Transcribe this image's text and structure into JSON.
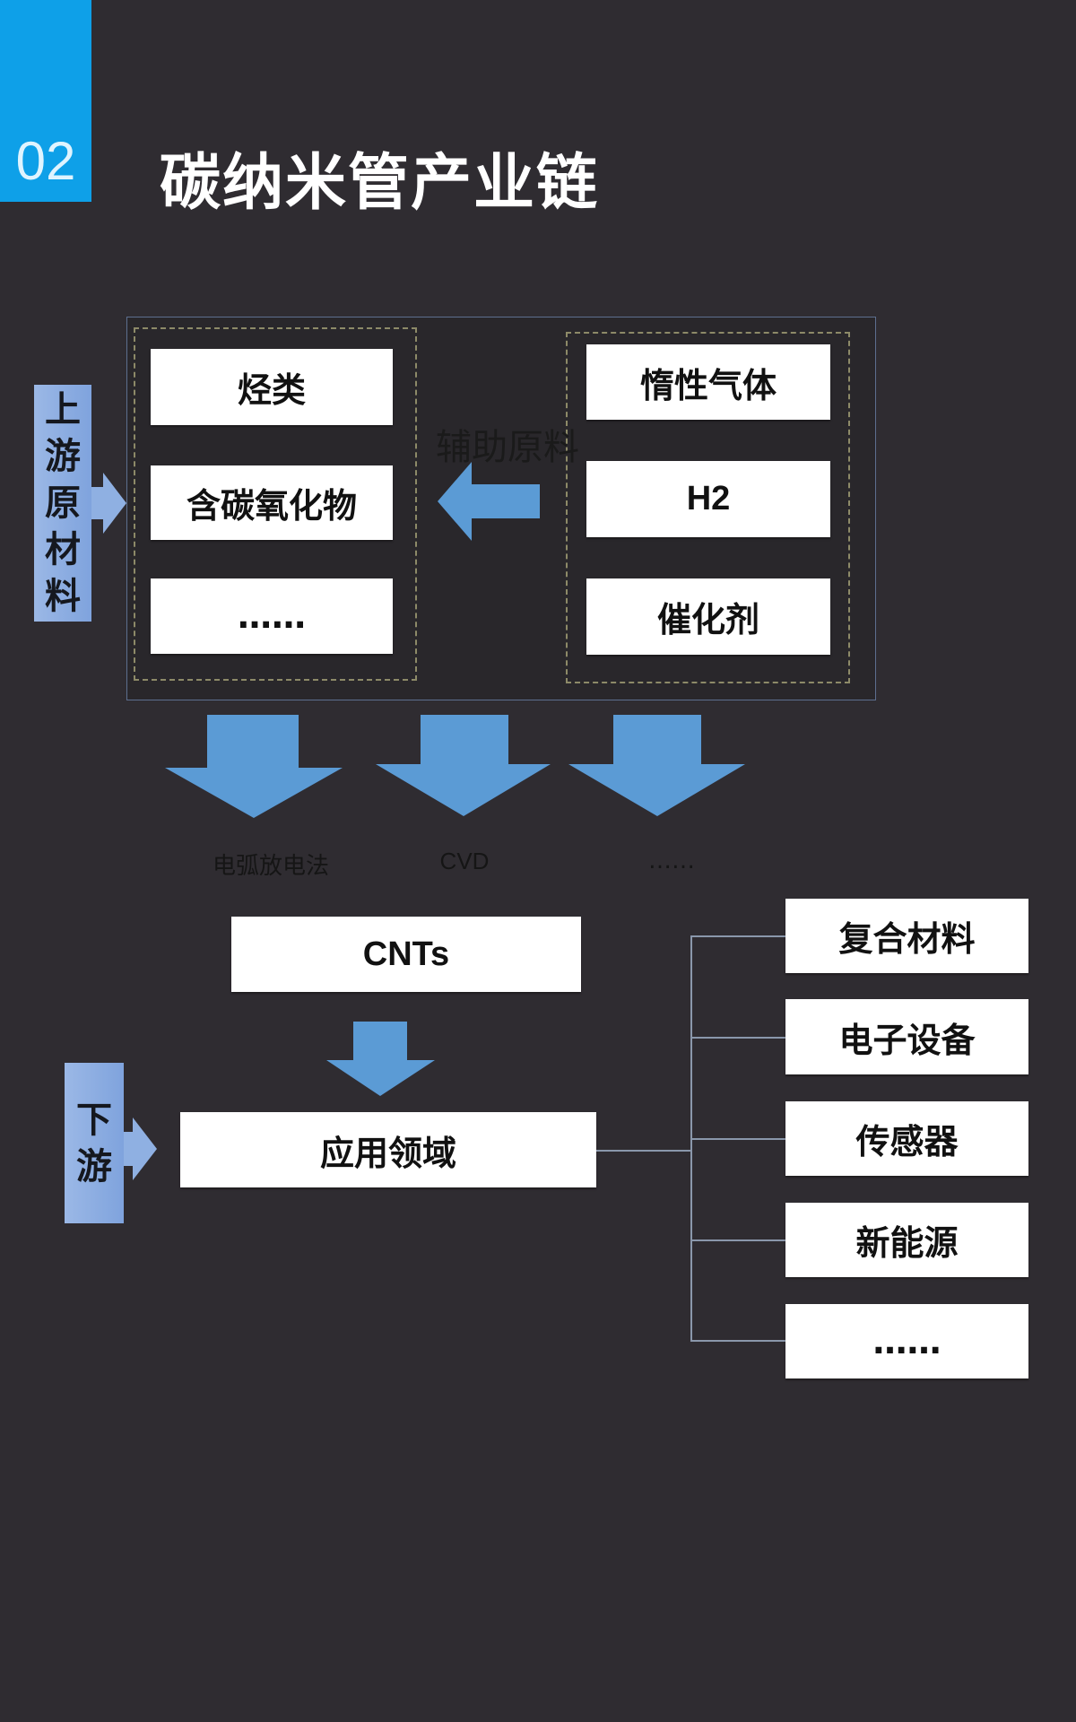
{
  "header": {
    "section_number": "02",
    "title": "碳纳米管产业链"
  },
  "upstream": {
    "label_chars": [
      "上",
      "游",
      "原",
      "材",
      "料"
    ],
    "raw_materials": [
      "烃类",
      "含碳氧化物",
      "……"
    ],
    "auxiliary_label": "辅助原料",
    "auxiliary_materials": [
      "惰性气体",
      "H2",
      "催化剂"
    ]
  },
  "methods": [
    "电弧放电法",
    "CVD",
    "……"
  ],
  "product": "CNTs",
  "downstream": {
    "label_chars": [
      "下",
      "游"
    ],
    "applications_label": "应用领域",
    "applications": [
      "复合材料",
      "电子设备",
      "传感器",
      "新能源",
      "……"
    ]
  },
  "colors": {
    "background": "#2f2c31",
    "tab_blue": "#0ea0e8",
    "arrow_blue": "#5b9bd5",
    "label_blue": "#8fb0e2"
  }
}
